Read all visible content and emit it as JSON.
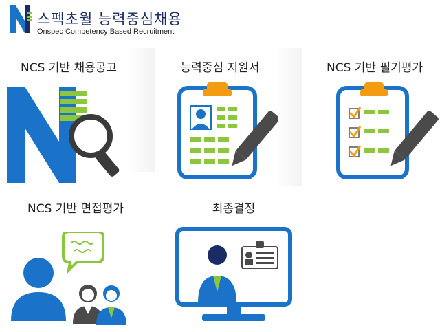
{
  "header": {
    "logo_title": "스펙초월 능력중심채용",
    "logo_subtitle": "Onspec Competency Based Recruitment"
  },
  "menu": {
    "items": [
      {
        "id": "ncs-job-posting",
        "label": "NCS 기반 채용공고",
        "icon": "magnifier-n-icon"
      },
      {
        "id": "competency-application",
        "label": "능력중심 지원서",
        "icon": "clipboard-profile-icon"
      },
      {
        "id": "ncs-written-test",
        "label": "NCS 기반 필기평가",
        "icon": "clipboard-checklist-icon"
      },
      {
        "id": "ncs-interview",
        "label": "NCS 기반 면접평가",
        "icon": "interview-people-icon"
      },
      {
        "id": "final-decision",
        "label": "최종결정",
        "icon": "monitor-candidate-icon"
      }
    ]
  },
  "colors": {
    "brand_blue": "#1a73c8",
    "navy": "#1b2b63",
    "green": "#8cc63f",
    "orange": "#f39c12",
    "gray": "#4a4a4a"
  }
}
